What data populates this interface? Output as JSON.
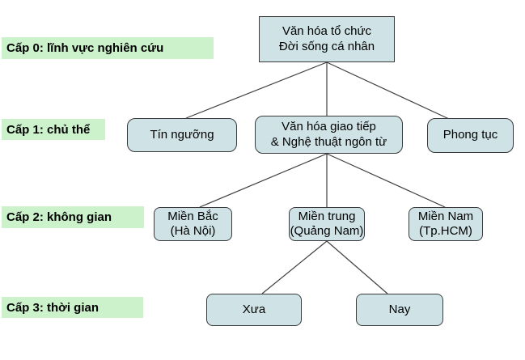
{
  "colors": {
    "node_fill": "#cfe3e7",
    "node_border": "#3a3a3a",
    "label_bg": "#ccf2cc",
    "line": "#404040"
  },
  "level_labels": [
    {
      "text": "Cấp 0: lĩnh vực nghiên cứu"
    },
    {
      "text": "Cấp 1: chủ thể"
    },
    {
      "text": "Cấp 2: không gian"
    },
    {
      "text": "Cấp 3: thời gian"
    }
  ],
  "nodes": {
    "root": {
      "line1": "Văn hóa tổ chức",
      "line2": "Đời sống cá nhân"
    },
    "tin_nguong": {
      "line1": "Tín ngưỡng"
    },
    "van_hoa_giao_tiep": {
      "line1": "Văn hóa giao tiếp",
      "line2": "& Nghệ thuật ngôn từ"
    },
    "phong_tuc": {
      "line1": "Phong tục"
    },
    "mien_bac": {
      "line1": "Miền Bắc",
      "line2": "(Hà Nội)"
    },
    "mien_trung": {
      "line1": "Miền trung",
      "line2": "(Quảng Nam)"
    },
    "mien_nam": {
      "line1": "Miền Nam",
      "line2": "(Tp.HCM)"
    },
    "xua": {
      "line1": "Xưa"
    },
    "nay": {
      "line1": "Nay"
    }
  }
}
